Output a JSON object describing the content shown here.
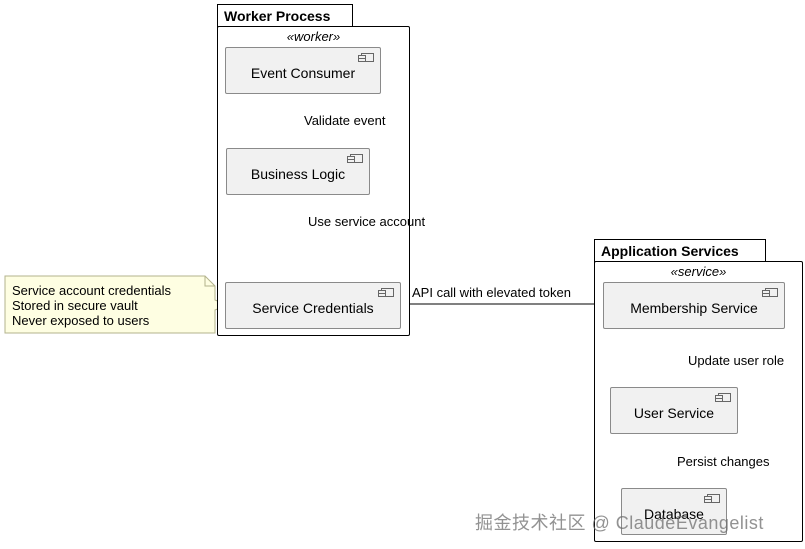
{
  "packages": {
    "worker": {
      "title": "Worker Process",
      "stereotype": "«worker»"
    },
    "services": {
      "title": "Application Services",
      "stereotype": "«service»"
    }
  },
  "components": {
    "event_consumer": "Event Consumer",
    "business_logic": "Business Logic",
    "service_credentials": "Service Credentials",
    "membership_service": "Membership Service",
    "user_service": "User Service",
    "database": "Database"
  },
  "edges": {
    "validate_event": "Validate event",
    "use_service_account": "Use service account",
    "api_call": "API call with elevated token",
    "update_user_role": "Update user role",
    "persist_changes": "Persist changes"
  },
  "note": {
    "line1": "Service account credentials",
    "line2": "Stored in secure vault",
    "line3": "Never exposed to users"
  },
  "colors": {
    "component_fill": "#f1f1f1",
    "component_border": "#8a8a8a",
    "note_fill": "#fefee2",
    "note_border": "#b3b38c",
    "line": "#000000"
  },
  "watermark": "掘金技术社区 @ ClaudeEvangelist"
}
